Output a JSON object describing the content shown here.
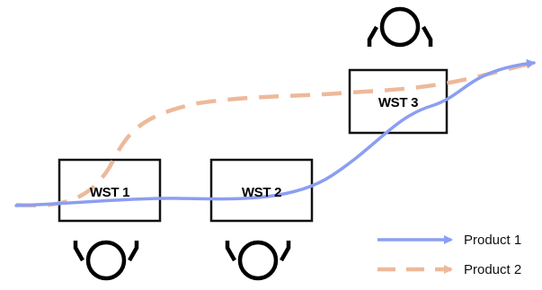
{
  "colors": {
    "product_1": "#8b9ef2",
    "product_2": "#edb99a",
    "box_stroke": "#111111",
    "text": "#000000"
  },
  "workstations": [
    {
      "label": "WST 1",
      "operator_icon": "operator-head-icon"
    },
    {
      "label": "WST 2",
      "operator_icon": "operator-head-icon"
    },
    {
      "label": "WST 3",
      "operator_icon": "operator-head-icon"
    }
  ],
  "legend": {
    "items": [
      {
        "label": "Product 1",
        "line_style": "solid"
      },
      {
        "label": "Product 2",
        "line_style": "dashed"
      }
    ]
  }
}
